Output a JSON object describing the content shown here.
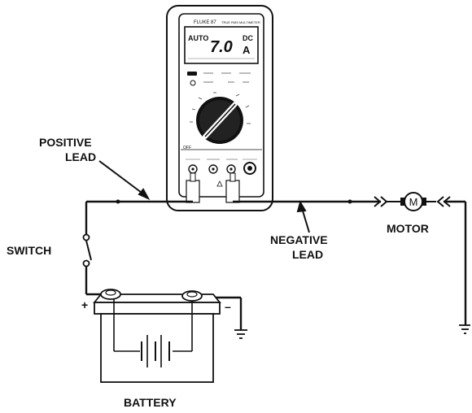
{
  "labels": {
    "positive_lead": [
      "POSITIVE",
      "LEAD"
    ],
    "negative_lead": [
      "NEGATIVE",
      "LEAD"
    ],
    "switch": "SWITCH",
    "battery": "BATTERY",
    "motor": "MOTOR",
    "motor_symbol": "M",
    "plus": "+",
    "minus": "–"
  },
  "meter": {
    "brand": "FLUKE 87",
    "subtitle": "TRUE RMS MULTIMETER",
    "mode": "AUTO",
    "reading": "7.0",
    "unit_top": "DC",
    "unit": "A"
  },
  "icons": [
    "rotary-dial-icon",
    "motor-icon",
    "ground-icon",
    "battery-cells-icon",
    "connector-icon"
  ]
}
